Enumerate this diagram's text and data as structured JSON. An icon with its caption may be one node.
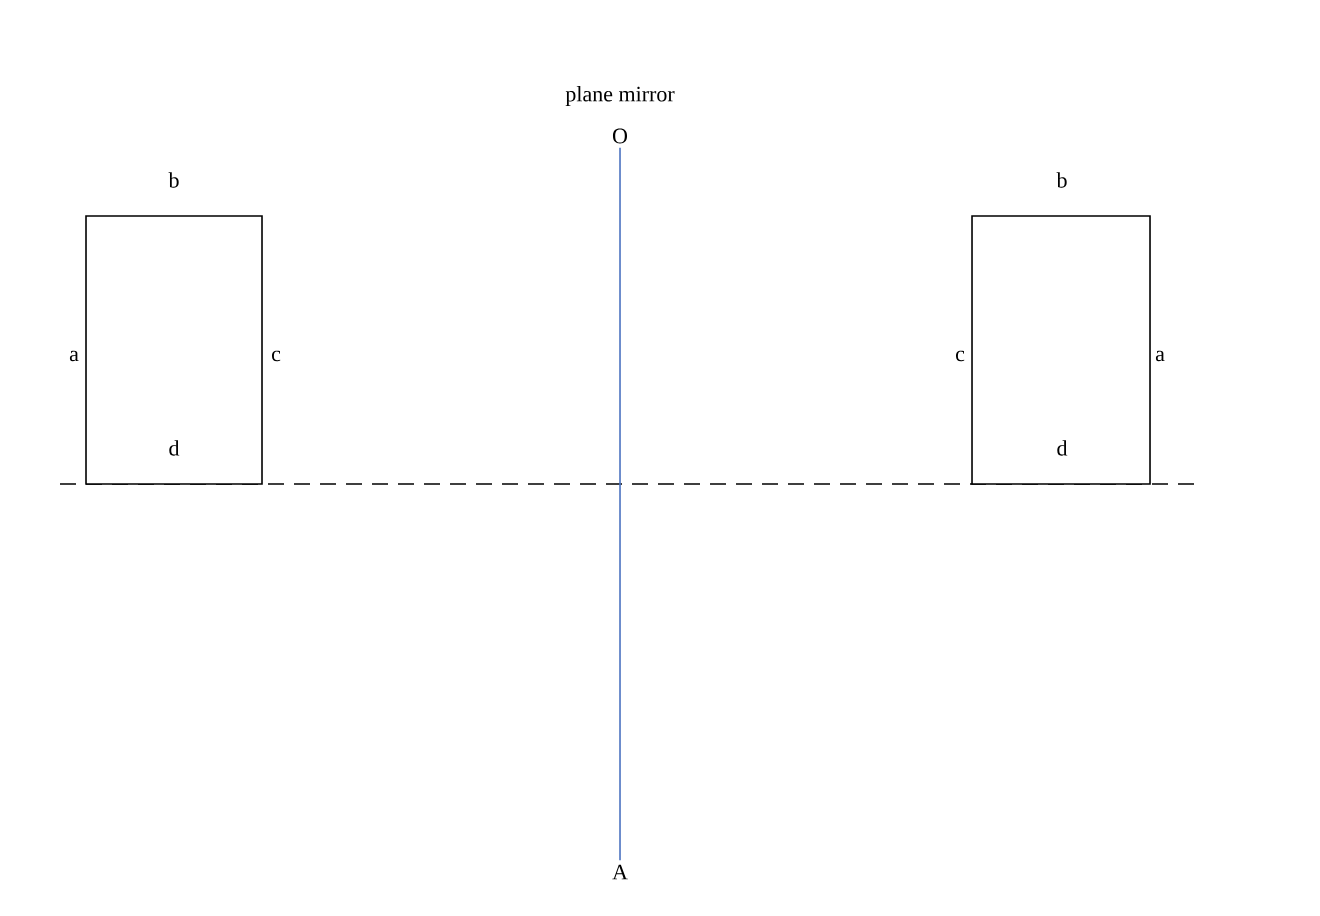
{
  "diagram": {
    "nodes": [
      {
        "text": [
          "b",
          "a",
          "c",
          "d"
        ]
      },
      {
        "text": [
          "b",
          "c",
          "a",
          "d"
        ]
      },
      {
        "text": [
          "O"
        ]
      },
      {
        "text": [
          "A"
        ]
      }
    ],
    "edges": [
      {
        "from": 2,
        "to": 3,
        "arrow": "none",
        "color": "#4a72c0"
      }
    ],
    "labels": [
      "plane mirror"
    ]
  }
}
